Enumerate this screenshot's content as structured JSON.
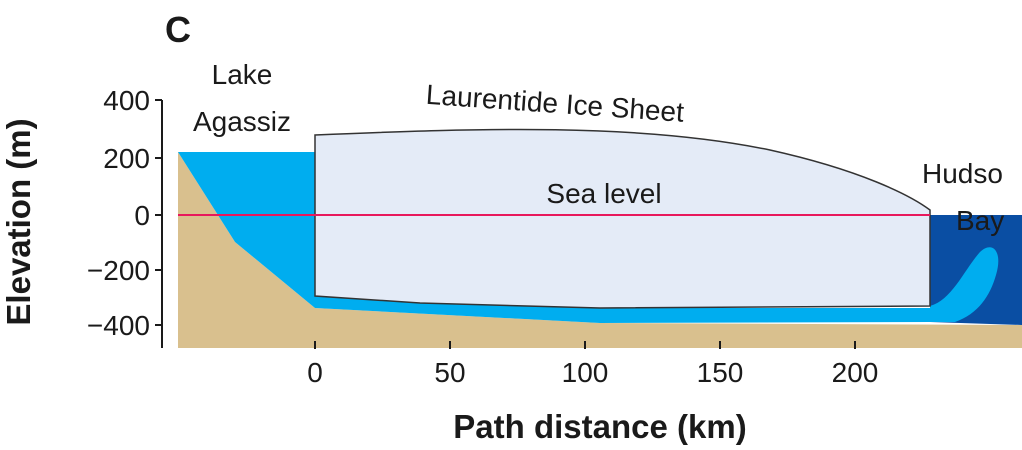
{
  "panel_label": "C",
  "y_axis": {
    "title": "Elevation (m)",
    "ticks": [
      "400",
      "200",
      "0",
      "−200",
      "−400"
    ]
  },
  "x_axis": {
    "title": "Path distance (km)",
    "ticks": [
      "0",
      "50",
      "100",
      "150",
      "200"
    ]
  },
  "labels": {
    "lake_line1": "Lake",
    "lake_line2": "Agassiz",
    "ice_sheet": "Laurentide Ice Sheet",
    "sea_level": "Sea level",
    "hudson_line1": "Hudso",
    "hudson_line2": "Bay"
  },
  "colors": {
    "bedrock": "#d9c08e",
    "lake_water": "#00adef",
    "ice": "#e4ebf7",
    "bay_water": "#0a4ea3",
    "sea_level_line": "#e8185c"
  }
}
